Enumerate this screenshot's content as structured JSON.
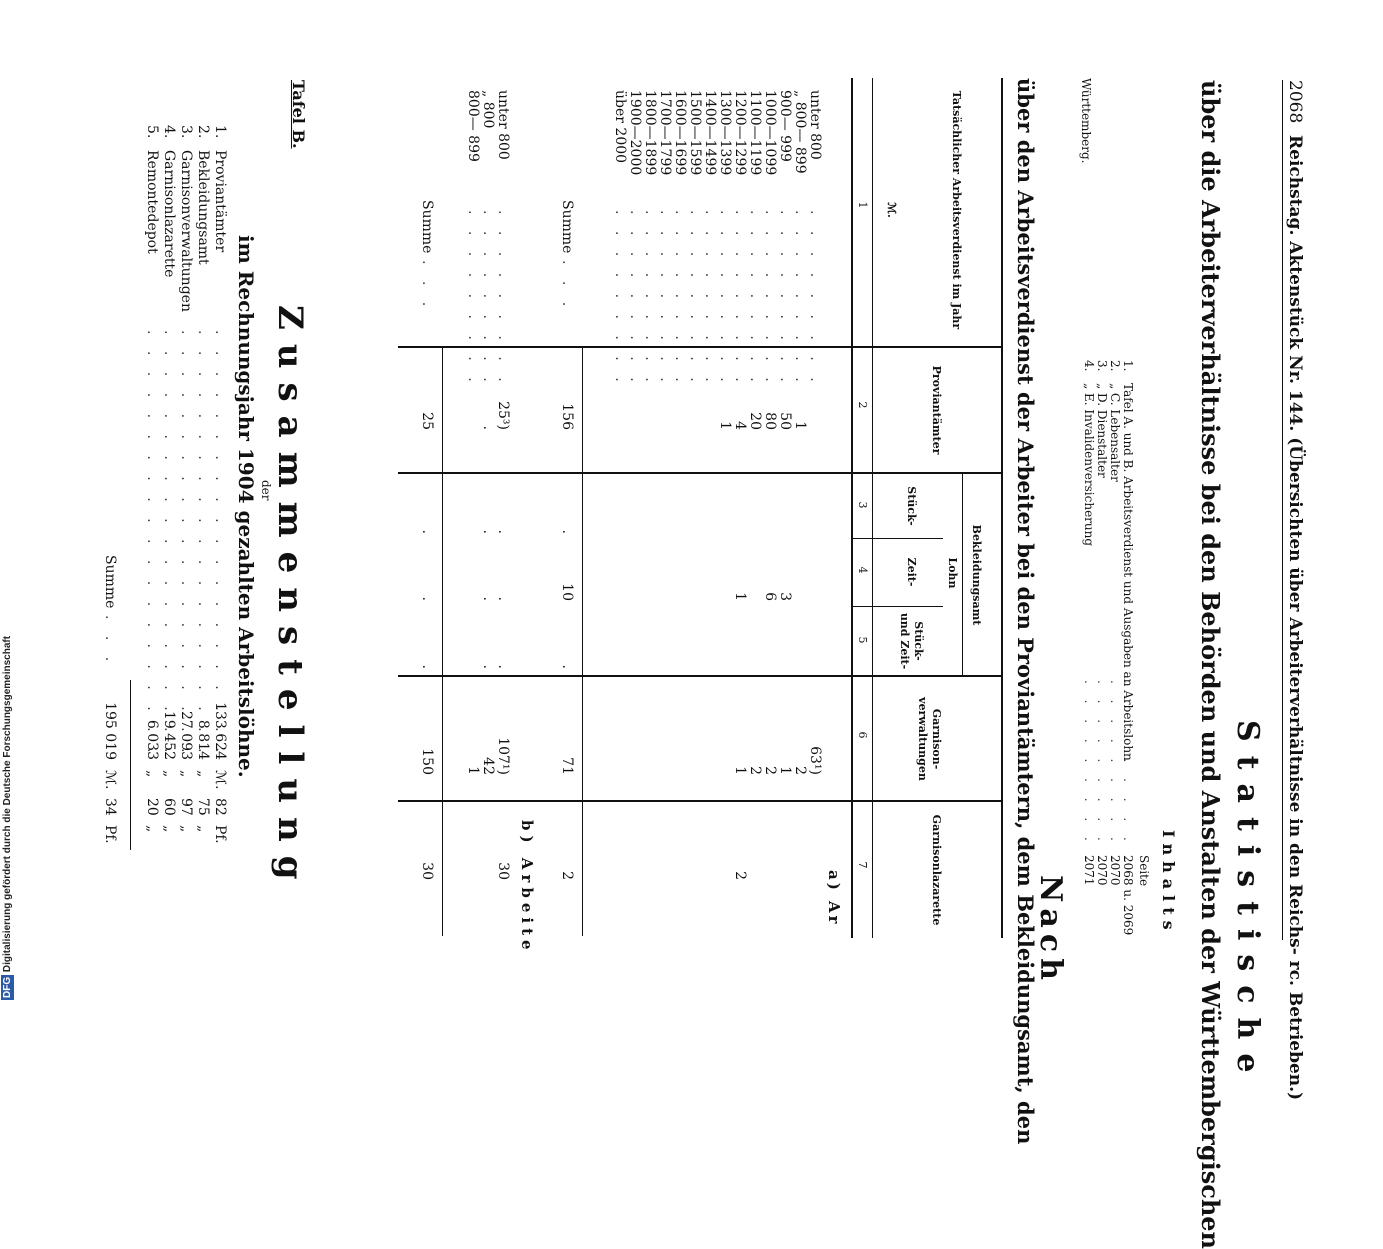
{
  "header": {
    "page_number": "2068",
    "running_title": "Reichstag. Aktenstück Nr. 144. (Übersichten über Arbeiterverhältnisse in den Reichs- rc. Betrieben.)"
  },
  "title": {
    "main": "Statistische",
    "line2": "über die Arbeiterverhältnisse bei den Behörden und Anstalten der Württembergischen"
  },
  "contents": {
    "heading": "Inhalts",
    "region": "Württemberg.",
    "seite_label": "Seite",
    "entries": [
      {
        "no": "1.",
        "text": "Tafel A. und B. Arbeitsverdienst und Ausgaben an Arbeitslohn",
        "page": "2068 u. 2069"
      },
      {
        "no": "2.",
        "text": "„ C. Lebensalter",
        "page": "2070"
      },
      {
        "no": "3.",
        "text": "„ D. Dienstalter",
        "page": "2070"
      },
      {
        "no": "4.",
        "text": "„ E. Invalidenversicherung",
        "page": "2071"
      }
    ]
  },
  "section": {
    "nach": "Nach",
    "title": "über den Arbeitsverdienst der Arbeiter bei den Proviantämtern, dem Bekleidungsamt, den"
  },
  "table": {
    "col_headers": {
      "earnings": "Tatsächlicher Arbeitsverdienst im Jahr",
      "currency": "ℳ.",
      "proviant": "Proviantämter",
      "bekleidung": "Bekleidungsamt",
      "lohn": "Lohn",
      "stueck": "Stück-",
      "zeit": "Zeit-",
      "stueck_zeit": "Stück- und Zeit-",
      "garnison_verw": "Garnison-verwaltungen",
      "garnison_laz": "Garnisonlazarette"
    },
    "col_numbers": [
      "1",
      "2",
      "3",
      "4",
      "5",
      "6",
      "7"
    ],
    "section_a": "a) Ar",
    "rows_a": [
      {
        "label": "unter 800",
        "proviant": "",
        "stueck": "",
        "zeit": "",
        "sz": "",
        "gv": "63¹)",
        "gl": ""
      },
      {
        "label": "„ 800— 899",
        "proviant": "1",
        "stueck": "",
        "zeit": "",
        "sz": "",
        "gv": "2",
        "gl": ""
      },
      {
        "label": "900— 999",
        "proviant": "50",
        "stueck": "",
        "zeit": "3",
        "sz": "",
        "gv": "1",
        "gl": ""
      },
      {
        "label": "1000—1099",
        "proviant": "80",
        "stueck": "",
        "zeit": "6",
        "sz": "",
        "gv": "2",
        "gl": ""
      },
      {
        "label": "1100—1199",
        "proviant": "20",
        "stueck": "",
        "zeit": "",
        "sz": "",
        "gv": "2",
        "gl": ""
      },
      {
        "label": "1200—1299",
        "proviant": "4",
        "stueck": "",
        "zeit": "1",
        "sz": "",
        "gv": "1",
        "gl": "2"
      },
      {
        "label": "1300—1399",
        "proviant": "1",
        "stueck": "",
        "zeit": "",
        "sz": "",
        "gv": "",
        "gl": ""
      },
      {
        "label": "1400—1499",
        "proviant": "",
        "stueck": "",
        "zeit": "",
        "sz": "",
        "gv": "",
        "gl": ""
      },
      {
        "label": "1500—1599",
        "proviant": "",
        "stueck": "",
        "zeit": "",
        "sz": "",
        "gv": "",
        "gl": ""
      },
      {
        "label": "1600—1699",
        "proviant": "",
        "stueck": "",
        "zeit": "",
        "sz": "",
        "gv": "",
        "gl": ""
      },
      {
        "label": "1700—1799",
        "proviant": "",
        "stueck": "",
        "zeit": "",
        "sz": "",
        "gv": "",
        "gl": ""
      },
      {
        "label": "1800—1899",
        "proviant": "",
        "stueck": "",
        "zeit": "",
        "sz": "",
        "gv": "",
        "gl": ""
      },
      {
        "label": "1900—2000",
        "proviant": "",
        "stueck": "",
        "zeit": "",
        "sz": "",
        "gv": "",
        "gl": ""
      },
      {
        "label": "über 2000",
        "proviant": "",
        "stueck": "",
        "zeit": "",
        "sz": "",
        "gv": "",
        "gl": ""
      }
    ],
    "sum_a": {
      "label": "Summe",
      "proviant": "156",
      "stueck": ".",
      "zeit": "10",
      "sz": ".",
      "gv": "71",
      "gl": "2"
    },
    "section_b": "b) Arbeite",
    "rows_b": [
      {
        "label": "unter 800",
        "proviant": "25³)",
        "stueck": ".",
        "zeit": ".",
        "sz": ".",
        "gv": "107¹)",
        "gl": "30"
      },
      {
        "label": "„ 800",
        "proviant": ".",
        "stueck": ".",
        "zeit": ".",
        "sz": ".",
        "gv": "42",
        "gl": ""
      },
      {
        "label": "800— 899",
        "proviant": "",
        "stueck": "",
        "zeit": "",
        "sz": "",
        "gv": "1",
        "gl": ""
      }
    ],
    "sum_b": {
      "label": "Summe",
      "proviant": "25",
      "stueck": ".",
      "zeit": ".",
      "sz": ".",
      "gv": "150",
      "gl": "30"
    }
  },
  "summary": {
    "tafel": "Tafel B.",
    "title": "Zusammenstellung",
    "der": "der",
    "subtitle": "im Rechnungsjahr 1904 gezahlten Arbeitslöhne.",
    "items": [
      {
        "no": "1.",
        "label": "Proviantämter",
        "amount": "133 624",
        "unit": "ℳ.",
        "pf": "82",
        "pf_unit": "Pf."
      },
      {
        "no": "2.",
        "label": "Bekleidungsamt",
        "amount": "8 814",
        "unit": "„",
        "pf": "75",
        "pf_unit": "„"
      },
      {
        "no": "3.",
        "label": "Garnisonverwaltungen",
        "amount": "27 093",
        "unit": "„",
        "pf": "97",
        "pf_unit": "„"
      },
      {
        "no": "4.",
        "label": "Garnisonlazarette",
        "amount": "19 452",
        "unit": "„",
        "pf": "60",
        "pf_unit": "„"
      },
      {
        "no": "5.",
        "label": "Remontedepot",
        "amount": "6 033",
        "unit": "„",
        "pf": "20",
        "pf_unit": "„"
      }
    ],
    "total_label": "Summe",
    "total_amount": "195 019",
    "total_unit": "ℳ.",
    "total_pf": "34",
    "total_pf_unit": "Pf."
  },
  "footer": {
    "digitization_note": "Digitalisierung gefördert durch die Deutsche Forschungsgemeinschaft",
    "logo": "DFG"
  }
}
